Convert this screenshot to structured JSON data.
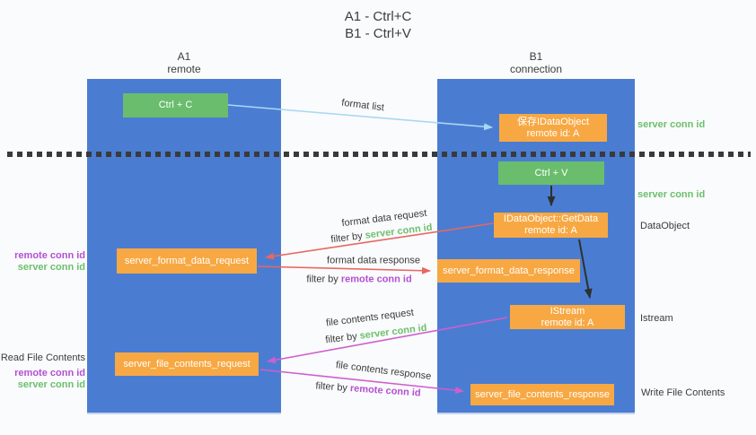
{
  "title": {
    "line1": "A1 - Ctrl+C",
    "line2": "B1 - Ctrl+V"
  },
  "lanes": {
    "left": {
      "title": "A1",
      "subtitle": "remote"
    },
    "right": {
      "title": "B1",
      "subtitle": "connection"
    }
  },
  "nodes": {
    "ctrl_c": {
      "label": "Ctrl + C"
    },
    "save_dataobject": {
      "line1": "保存IDataObject",
      "line2": "remote id: A"
    },
    "ctrl_v": {
      "label": "Ctrl + V"
    },
    "getdata": {
      "line1": "IDataObject::GetData",
      "line2": "remote id: A"
    },
    "format_request": {
      "label": "server_format_data_request"
    },
    "format_response": {
      "label": "server_format_data_response"
    },
    "istream": {
      "line1": "IStream",
      "line2": "remote id: A"
    },
    "file_request": {
      "label": "server_file_contents_request"
    },
    "file_response": {
      "label": "server_file_contents_response"
    }
  },
  "edge_labels": {
    "format_list": "format list",
    "format_data_request": "format data request",
    "format_data_response": "format data response",
    "file_contents_request": "file contents request",
    "file_contents_response": "file contents response",
    "filter_by": "filter by ",
    "server_conn_id": "server conn id",
    "remote_conn_id": "remote conn id"
  },
  "side_labels": {
    "server_conn_id_top": "server conn id",
    "server_conn_id_mid": "server conn id",
    "dataobject": "DataObject",
    "istream": "Istream",
    "write_file_contents": "Write File Contents",
    "remote_conn_id_upper": "remote conn id",
    "server_conn_id_upper": "server conn id",
    "read_file_contents": "Read File Contents",
    "remote_conn_id_lower": "remote conn id",
    "server_conn_id_lower": "server conn id"
  },
  "colors": {
    "lane_blue": "#4a7dd2",
    "node_orange": "#f7a843",
    "node_green": "#69bd6d",
    "arrow_red": "#e8675f",
    "arrow_magenta": "#cf5ecf",
    "arrow_light_blue": "#a8d8f2",
    "arrow_black": "#2f2f2f",
    "label_green": "#6cbf6c",
    "label_purple": "#b44fd2",
    "divider_black": "#3a3a3a"
  }
}
